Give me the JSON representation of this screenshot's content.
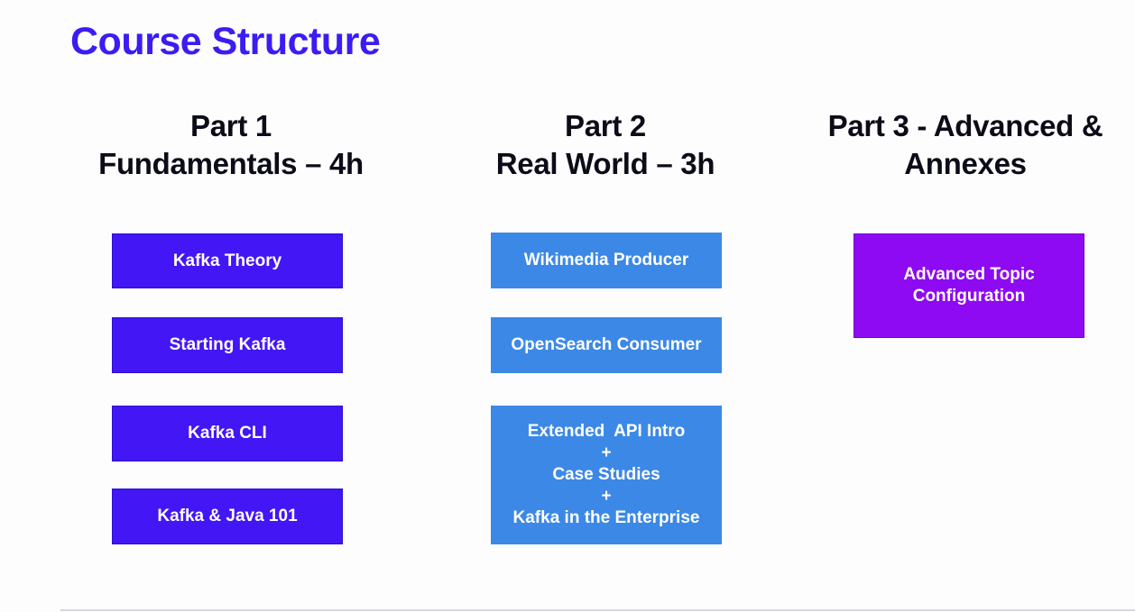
{
  "title": "Course Structure",
  "columns": [
    {
      "heading_line1": "Part 1",
      "heading_line2": "Fundamentals – 4h",
      "items": [
        "Kafka Theory",
        "Starting Kafka",
        "Kafka CLI",
        "Kafka & Java 101"
      ]
    },
    {
      "heading_line1": "Part 2",
      "heading_line2": "Real World – 3h",
      "items": [
        "Wikimedia Producer",
        "OpenSearch Consumer",
        {
          "line1": "Extended  API Intro",
          "line2": "+",
          "line3": "Case Studies",
          "line4": "+",
          "line5": "Kafka in the Enterprise"
        }
      ]
    },
    {
      "heading_line1": "Part 3 - Advanced &",
      "heading_line2": "Annexes",
      "items": [
        {
          "line1": "Advanced Topic",
          "line2": "Configuration"
        }
      ]
    }
  ],
  "colors": {
    "title": "#3b1cf2",
    "part1_box": "#4316f5",
    "part2_box": "#3c88e6",
    "part3_box": "#8e0af2"
  }
}
